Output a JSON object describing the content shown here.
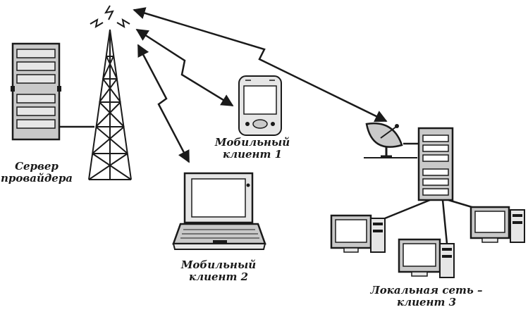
{
  "labels": {
    "server": {
      "line1": "Сервер",
      "line2": "провайдера"
    },
    "mobile1": {
      "line1": "Мобильный",
      "line2": "клиент 1"
    },
    "mobile2": {
      "line1": "Мобильный",
      "line2": "клиент 2"
    },
    "lan": {
      "line1": "Локальная сеть –",
      "line2": "клиент 3"
    }
  },
  "icons": [
    "server-rack-icon",
    "radio-tower-icon",
    "pda-icon",
    "laptop-icon",
    "satellite-dish-icon",
    "tower-server-icon",
    "desktop-computer-icon"
  ],
  "colors": {
    "ink": "#1a1a1a",
    "fill": "#c9c9c9",
    "light": "#e6e6e6"
  }
}
